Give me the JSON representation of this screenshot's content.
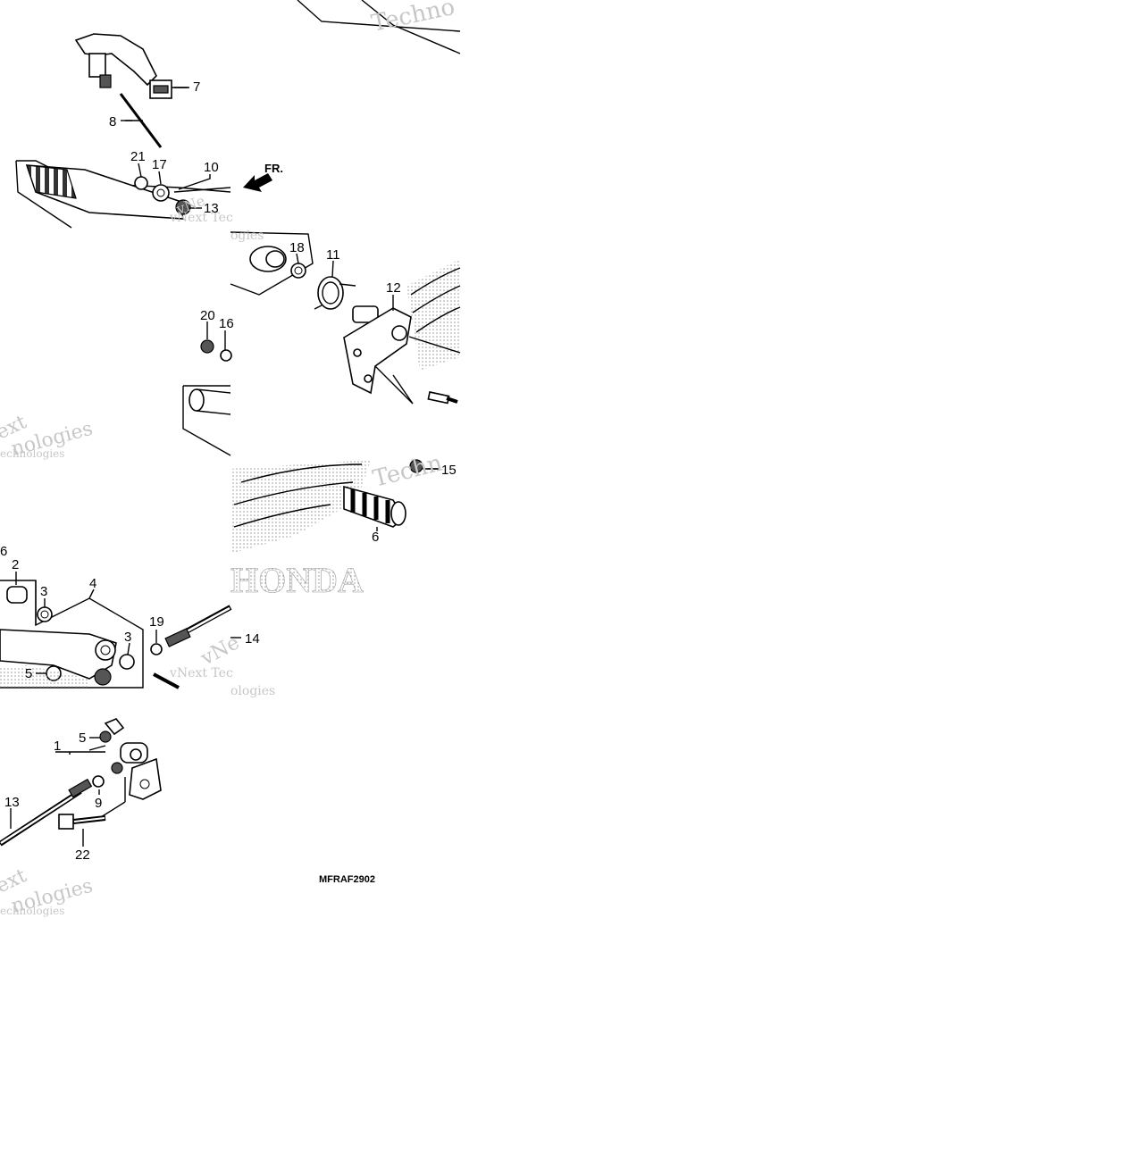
{
  "diagram": {
    "drawing_code": "MFRAF2902",
    "brand_logo_text": "HONDA",
    "direction_label": "FR.",
    "callouts": [
      {
        "id": "7",
        "label": "7"
      },
      {
        "id": "8",
        "label": "8"
      },
      {
        "id": "21",
        "label": "21"
      },
      {
        "id": "17",
        "label": "17"
      },
      {
        "id": "10",
        "label": "10"
      },
      {
        "id": "13a",
        "label": "13"
      },
      {
        "id": "18",
        "label": "18"
      },
      {
        "id": "11",
        "label": "11"
      },
      {
        "id": "12",
        "label": "12"
      },
      {
        "id": "20",
        "label": "20"
      },
      {
        "id": "16a",
        "label": "16"
      },
      {
        "id": "15",
        "label": "15"
      },
      {
        "id": "6",
        "label": "6"
      },
      {
        "id": "16b",
        "label": "6"
      },
      {
        "id": "2",
        "label": "2"
      },
      {
        "id": "4",
        "label": "4"
      },
      {
        "id": "3a",
        "label": "3"
      },
      {
        "id": "3b",
        "label": "3"
      },
      {
        "id": "19",
        "label": "19"
      },
      {
        "id": "14",
        "label": "14"
      },
      {
        "id": "5a",
        "label": "5"
      },
      {
        "id": "1",
        "label": "1"
      },
      {
        "id": "5b",
        "label": "5"
      },
      {
        "id": "9",
        "label": "9"
      },
      {
        "id": "13b",
        "label": "13"
      },
      {
        "id": "22",
        "label": "22"
      }
    ]
  }
}
